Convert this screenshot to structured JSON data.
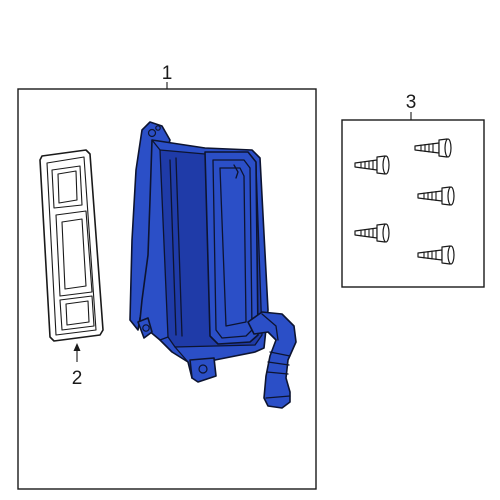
{
  "diagram": {
    "callouts": [
      {
        "id": "1",
        "label": "1"
      },
      {
        "id": "2",
        "label": "2"
      },
      {
        "id": "3",
        "label": "3"
      }
    ],
    "colors": {
      "highlight_part": "#2b4fc7",
      "line": "#1a1a1a",
      "background": "#ffffff"
    }
  }
}
